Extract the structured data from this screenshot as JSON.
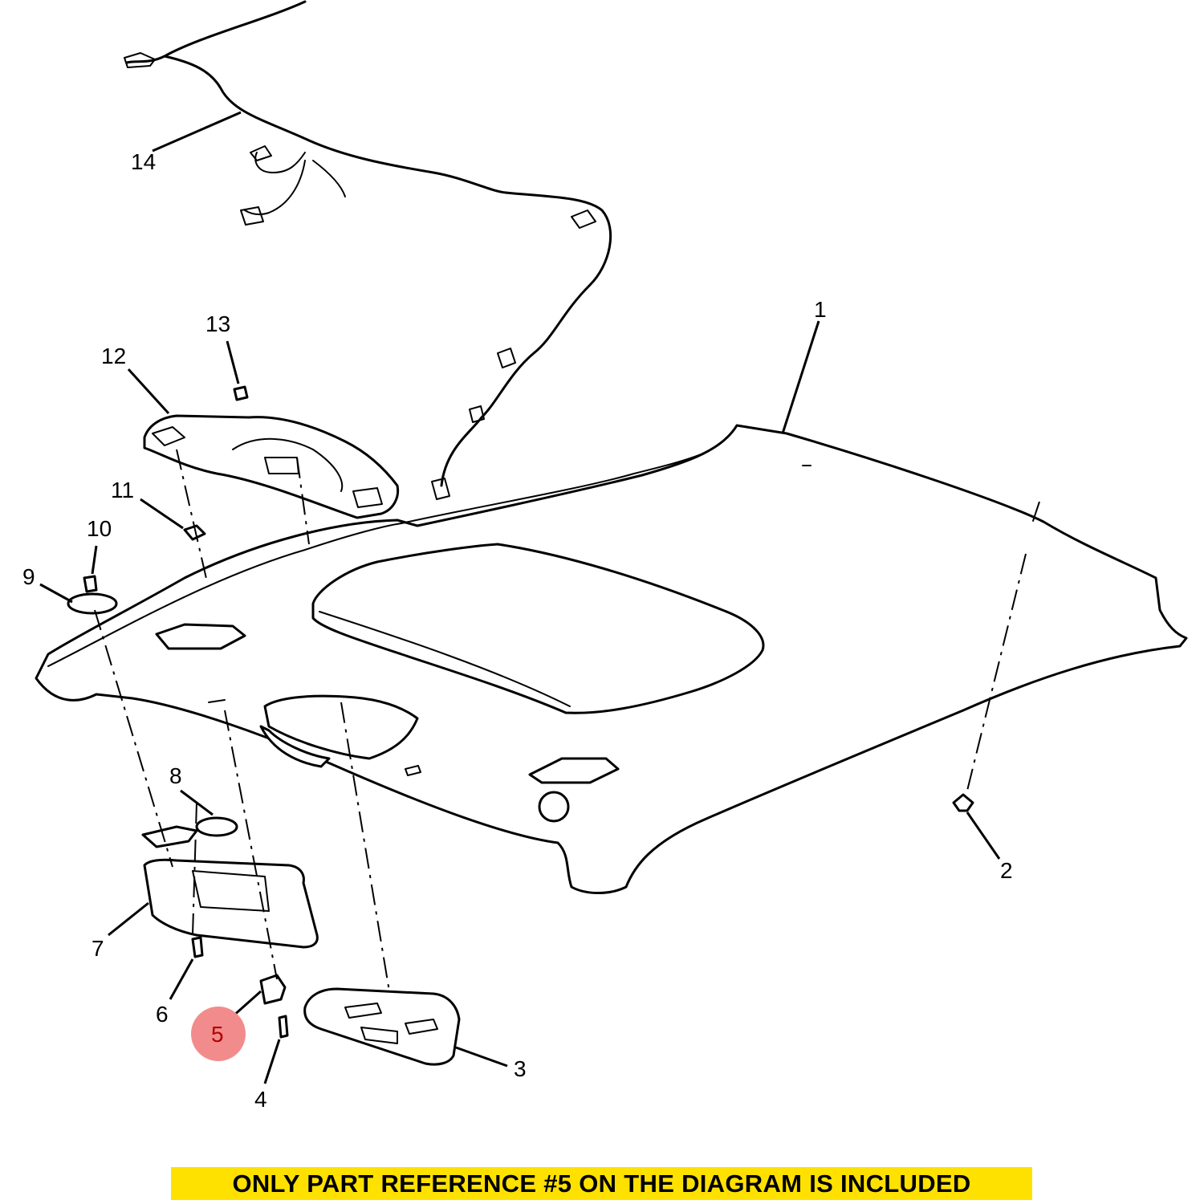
{
  "callouts": {
    "c1": "1",
    "c2": "2",
    "c3": "3",
    "c4": "4",
    "c5": "5",
    "c6": "6",
    "c7": "7",
    "c8": "8",
    "c9": "9",
    "c10": "10",
    "c11": "11",
    "c12": "12",
    "c13": "13",
    "c14": "14"
  },
  "highlighted_callout": "5",
  "highlight_color": "#f28c8c",
  "banner": {
    "text": "ONLY PART REFERENCE #5 ON THE DIAGRAM IS INCLUDED",
    "background": "#ffe100"
  }
}
